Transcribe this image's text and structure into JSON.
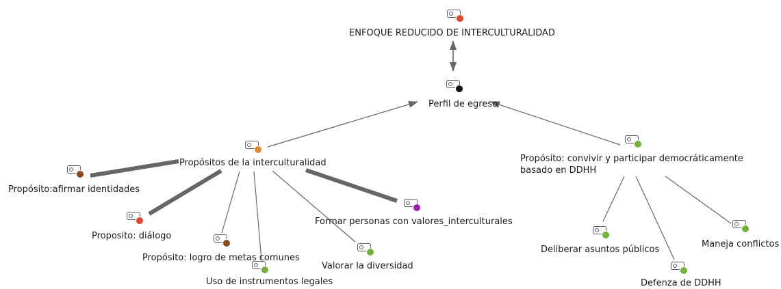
{
  "colors": {
    "red": "#e0452e",
    "black": "#111111",
    "orange": "#e8882a",
    "green": "#72b33a",
    "brown": "#8a4a1c",
    "purple": "#a020a8",
    "edge": "#666666"
  },
  "nodes": {
    "enfoque": {
      "label": "ENFOQUE REDUCIDO DE INTERCULTURALIDAD",
      "dot": "red"
    },
    "perfil": {
      "label": "Perfil de egreso",
      "dot": "black"
    },
    "propositos": {
      "label": "Propósitos de la interculturalidad",
      "dot": "orange"
    },
    "convivir": {
      "label": "Propósito: convivir y participar democráticamente\nbasado en DDHH",
      "dot": "green"
    },
    "afirmar": {
      "label": "Propósito:afirmar identidades",
      "dot": "brown"
    },
    "dialogo": {
      "label": "Proposito: diálogo",
      "dot": "red"
    },
    "metas": {
      "label": "Propósito: logro de metas comunes",
      "dot": "brown"
    },
    "instrumentos": {
      "label": "Uso de instrumentos legales",
      "dot": "green"
    },
    "diversidad": {
      "label": "Valorar la diversidad",
      "dot": "green"
    },
    "formar": {
      "label": "Formar personas con valores_interculturales",
      "dot": "purple"
    },
    "deliberar": {
      "label": "Deliberar asuntos  públicos",
      "dot": "green"
    },
    "ddhh": {
      "label": "Defenza de DDHH",
      "dot": "green"
    },
    "conflictos": {
      "label": "Maneja conflictos",
      "dot": "green"
    }
  },
  "edges": [
    {
      "from": "enfoque",
      "to": "perfil",
      "arrow": "both",
      "weight": "thin"
    },
    {
      "from": "propositos",
      "to": "perfil",
      "arrow": "end",
      "weight": "thin"
    },
    {
      "from": "convivir",
      "to": "perfil",
      "arrow": "end",
      "weight": "thin"
    },
    {
      "from": "afirmar",
      "to": "propositos",
      "arrow": "none",
      "weight": "thick"
    },
    {
      "from": "dialogo",
      "to": "propositos",
      "arrow": "none",
      "weight": "thick"
    },
    {
      "from": "formar",
      "to": "propositos",
      "arrow": "none",
      "weight": "thick"
    },
    {
      "from": "metas",
      "to": "propositos",
      "arrow": "none",
      "weight": "thin"
    },
    {
      "from": "instrumentos",
      "to": "propositos",
      "arrow": "none",
      "weight": "thin"
    },
    {
      "from": "diversidad",
      "to": "propositos",
      "arrow": "none",
      "weight": "thin"
    },
    {
      "from": "deliberar",
      "to": "convivir",
      "arrow": "none",
      "weight": "thin"
    },
    {
      "from": "ddhh",
      "to": "convivir",
      "arrow": "none",
      "weight": "thin"
    },
    {
      "from": "conflictos",
      "to": "convivir",
      "arrow": "none",
      "weight": "thin"
    }
  ]
}
